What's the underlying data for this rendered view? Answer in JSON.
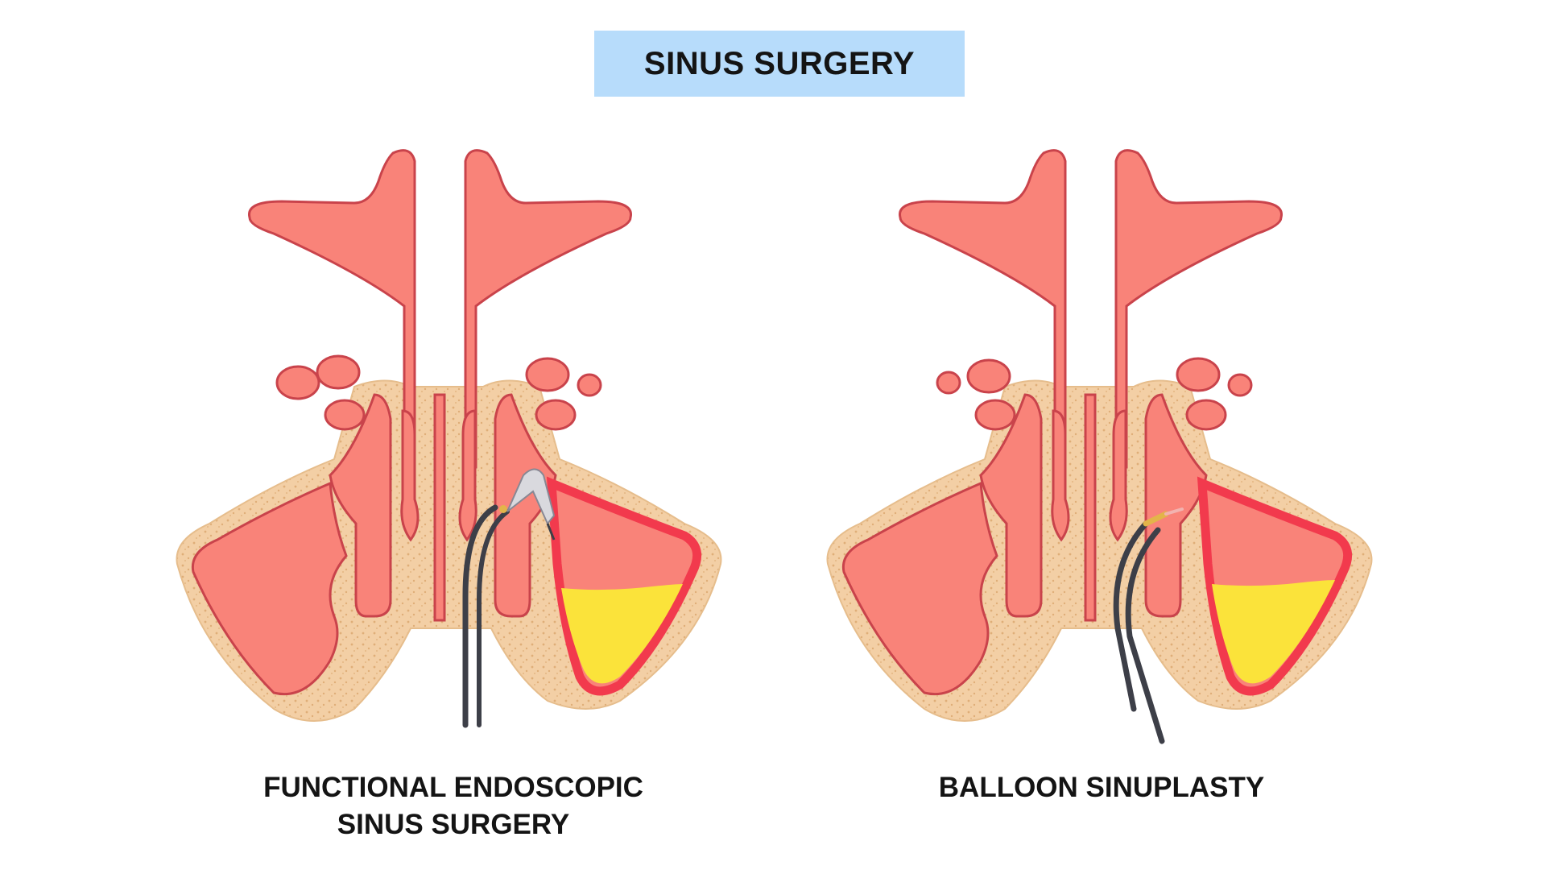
{
  "header": {
    "title": "SINUS SURGERY"
  },
  "panels": [
    {
      "caption": "FUNCTIONAL ENDOSCOPIC\nSINUS SURGERY",
      "instrument": "endoscope"
    },
    {
      "caption": "BALLOON SINUPLASTY",
      "instrument": "balloon-catheter"
    }
  ],
  "colors": {
    "title_background": "#b7dcfb",
    "bone": "#f3cfa5",
    "bone_dots": "#dfae78",
    "tissue": "#f98379",
    "tissue_outline": "#c9434b",
    "inflamed_wall": "#f23a4d",
    "mucus": "#fbe33a",
    "instrument": "#3d3f48"
  }
}
